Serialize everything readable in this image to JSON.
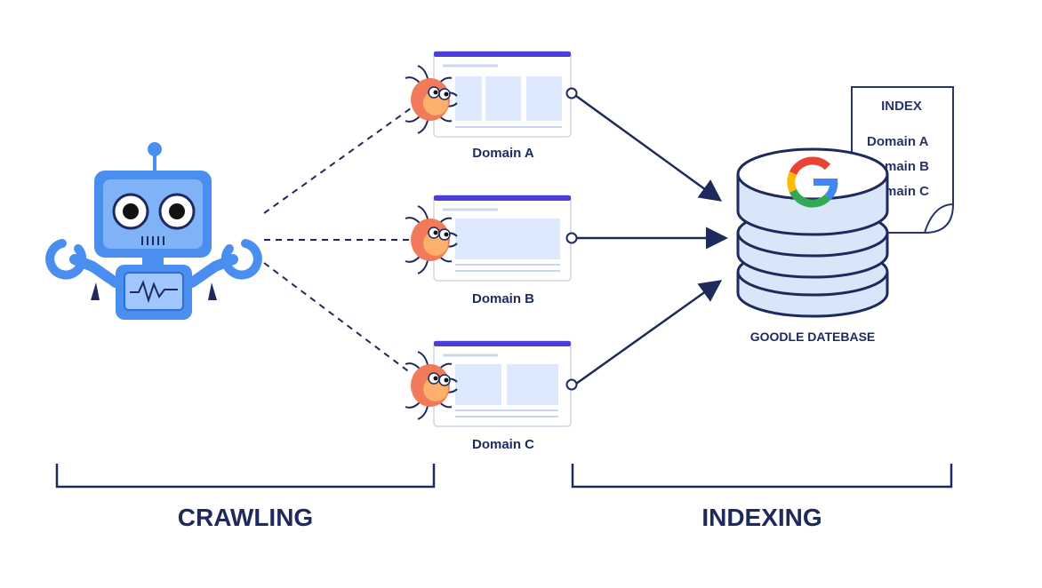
{
  "domains": [
    {
      "label": "Domain A"
    },
    {
      "label": "Domain B"
    },
    {
      "label": "Domain C"
    }
  ],
  "database": {
    "label": "GOODLE DATEBASE",
    "logo_letter": "G"
  },
  "index_doc": {
    "title": "INDEX",
    "items": [
      "Domain A",
      "Domain B",
      "Domain C"
    ]
  },
  "sections": {
    "crawling": "CRAWLING",
    "indexing": "INDEXING"
  },
  "colors": {
    "navy": "#1f2a5c",
    "robot_blue": "#4a8ff0",
    "robot_light": "#9fc6ff",
    "page_fill": "#dce8fb",
    "page_bar": "#4b3fd6",
    "spider": "#f17a5a",
    "db_fill": "#d9e6fa"
  },
  "icons": [
    "robot-icon",
    "spider-icon",
    "webpage-icon",
    "database-icon",
    "google-logo-icon",
    "document-icon"
  ]
}
